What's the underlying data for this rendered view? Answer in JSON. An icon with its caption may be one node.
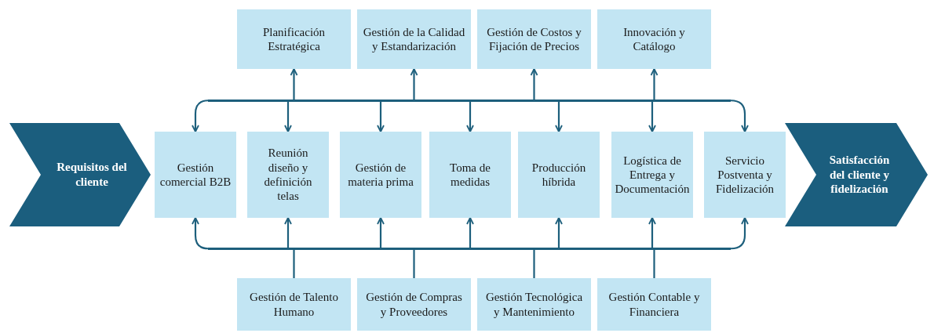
{
  "diagram": {
    "nodes": [
      {
        "text": [
          "Planificación Estratégica"
        ]
      },
      {
        "text": [
          "Gestión de la Calidad y Estandarización"
        ]
      },
      {
        "text": [
          "Gestión de Costos y Fijación de Precios"
        ]
      },
      {
        "text": [
          "Innovación y Catálogo"
        ]
      },
      {
        "text": [],
        "shape": "bar"
      },
      {
        "text": [
          "Requisitos del cliente"
        ]
      },
      {
        "text": [
          "Gestión comercial B2B"
        ]
      },
      {
        "text": [
          "Reunión diseño y definición telas"
        ]
      },
      {
        "text": [
          "Gestión de materia prima"
        ]
      },
      {
        "text": [
          "Toma de medidas"
        ]
      },
      {
        "text": [
          "Producción híbrida"
        ]
      },
      {
        "text": [
          "Logística de Entrega y Documentación"
        ]
      },
      {
        "text": [
          "Servicio Postventa y Fidelización"
        ]
      },
      {
        "text": [
          "Satisfacción del cliente y fidelización"
        ]
      },
      {
        "text": [],
        "shape": "bar"
      },
      {
        "text": [
          "Gestión de Talento Humano"
        ]
      },
      {
        "text": [
          "Gestión de Compras y Proveedores"
        ]
      },
      {
        "text": [
          "Gestión Tecnológica y Mantenimiento"
        ]
      },
      {
        "text": [
          "Gestión Contable y Financiera"
        ]
      }
    ],
    "edges": [
      {
        "from": 4,
        "to": 0,
        "arrow": "to"
      },
      {
        "from": 4,
        "to": 1,
        "arrow": "to"
      },
      {
        "from": 4,
        "to": 2,
        "arrow": "to"
      },
      {
        "from": 4,
        "to": 3,
        "arrow": "to"
      },
      {
        "from": 4,
        "to": 6,
        "arrow": "to"
      },
      {
        "from": 4,
        "to": 7,
        "arrow": "to"
      },
      {
        "from": 4,
        "to": 8,
        "arrow": "to"
      },
      {
        "from": 4,
        "to": 9,
        "arrow": "to"
      },
      {
        "from": 4,
        "to": 10,
        "arrow": "to"
      },
      {
        "from": 4,
        "to": 11,
        "arrow": "to"
      },
      {
        "from": 4,
        "to": 12,
        "arrow": "to"
      },
      {
        "from": 15,
        "to": 14,
        "arrow": "none"
      },
      {
        "from": 16,
        "to": 14,
        "arrow": "none"
      },
      {
        "from": 17,
        "to": 14,
        "arrow": "none"
      },
      {
        "from": 18,
        "to": 14,
        "arrow": "none"
      },
      {
        "from": 14,
        "to": 6,
        "arrow": "to"
      },
      {
        "from": 14,
        "to": 7,
        "arrow": "to"
      },
      {
        "from": 14,
        "to": 8,
        "arrow": "to"
      },
      {
        "from": 14,
        "to": 9,
        "arrow": "to"
      },
      {
        "from": 14,
        "to": 10,
        "arrow": "to"
      },
      {
        "from": 14,
        "to": 11,
        "arrow": "to"
      },
      {
        "from": 14,
        "to": 12,
        "arrow": "to"
      }
    ]
  }
}
